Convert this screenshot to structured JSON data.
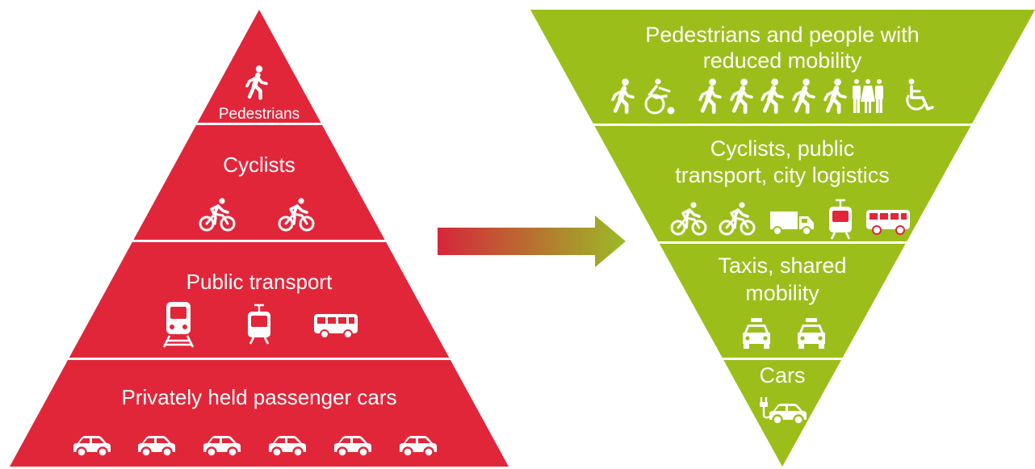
{
  "current_pyramid": {
    "color": "#E2263A",
    "tiers": [
      {
        "label_lines": [
          "Pedestrians"
        ],
        "icons": [
          "pedestrian-icon"
        ]
      },
      {
        "label_lines": [
          "Cyclists"
        ],
        "icons": [
          "bicycle-icon",
          "bicycle-icon"
        ]
      },
      {
        "label_lines": [
          "Public transport"
        ],
        "icons": [
          "train-icon",
          "tram-icon",
          "bus-icon"
        ]
      },
      {
        "label_lines": [
          "Privately held passenger cars"
        ],
        "icons": [
          "car-icon",
          "car-icon",
          "car-icon",
          "car-icon",
          "car-icon",
          "car-icon"
        ]
      }
    ]
  },
  "arrow": {
    "from_color": "#D6263B",
    "to_color": "#9ABB26",
    "icon": "arrow-right-icon"
  },
  "target_pyramid": {
    "color": "#9CBE1A",
    "tiers": [
      {
        "label_lines": [
          "Pedestrians and people with",
          "reduced mobility"
        ],
        "icons": [
          "pedestrian-icon",
          "wheelchair-racer-icon",
          "pedestrian-icon",
          "pedestrian-icon",
          "pedestrian-icon",
          "pedestrian-icon",
          "pedestrian-icon",
          "people-icon",
          "wheelchair-icon"
        ]
      },
      {
        "label_lines": [
          "Cyclists, public",
          "transport, city logistics"
        ],
        "icons": [
          "bicycle-icon",
          "bicycle-icon",
          "truck-icon",
          "tram-icon",
          "bus-icon"
        ]
      },
      {
        "label_lines": [
          "Taxis, shared",
          "mobility"
        ],
        "icons": [
          "taxi-icon",
          "taxi-icon"
        ]
      },
      {
        "label_lines": [
          "Cars"
        ],
        "icons": [
          "electric-car-icon"
        ]
      }
    ]
  }
}
